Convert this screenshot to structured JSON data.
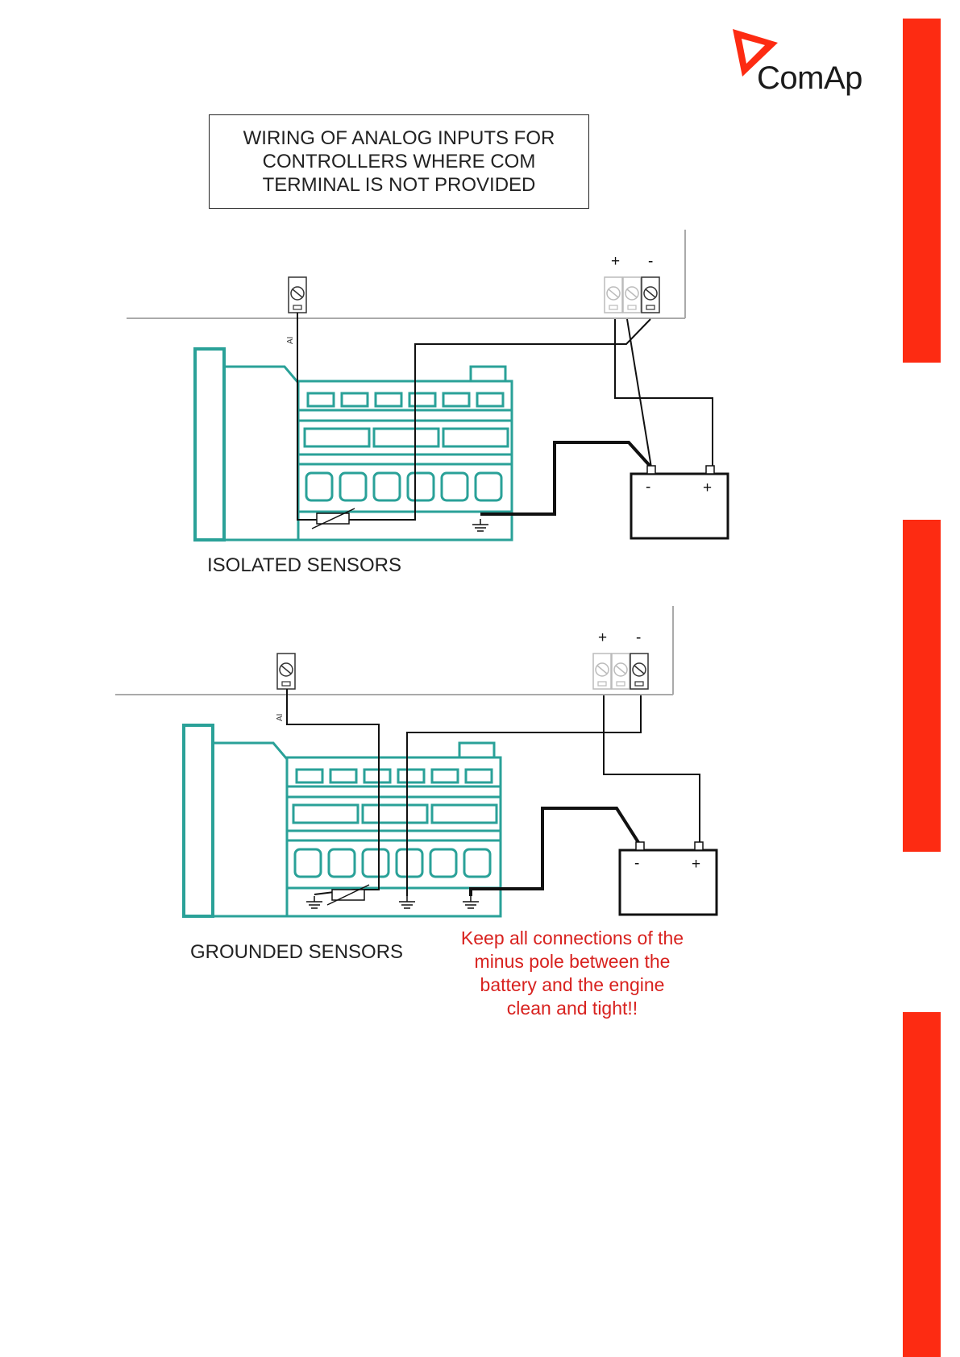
{
  "logo": {
    "brand": "ComAp",
    "icon": "comap-triangle-logo",
    "brand_color": "#fd2b12"
  },
  "title": {
    "line1": "WIRING OF ANALOG INPUTS FOR",
    "line2": "CONTROLLERS WHERE COM",
    "line3": "TERMINAL IS NOT PROVIDED"
  },
  "diagram_isolated": {
    "caption": "ISOLATED SENSORS",
    "terminal_label": "AI",
    "plus": "+",
    "minus": "-",
    "battery_minus": "-",
    "battery_plus": "+"
  },
  "diagram_grounded": {
    "caption": "GROUNDED SENSORS",
    "terminal_label": "AI",
    "plus": "+",
    "minus": "-",
    "battery_minus": "-",
    "battery_plus": "+"
  },
  "note": {
    "line1": "Keep all connections of the",
    "line2": "minus pole between the",
    "line3": "battery and the engine",
    "line4": "clean and tight!!"
  },
  "colors": {
    "engine": "#2aa198",
    "wire": "#111111",
    "accent_bar": "#fd2b12",
    "note_text": "#d8221f"
  }
}
